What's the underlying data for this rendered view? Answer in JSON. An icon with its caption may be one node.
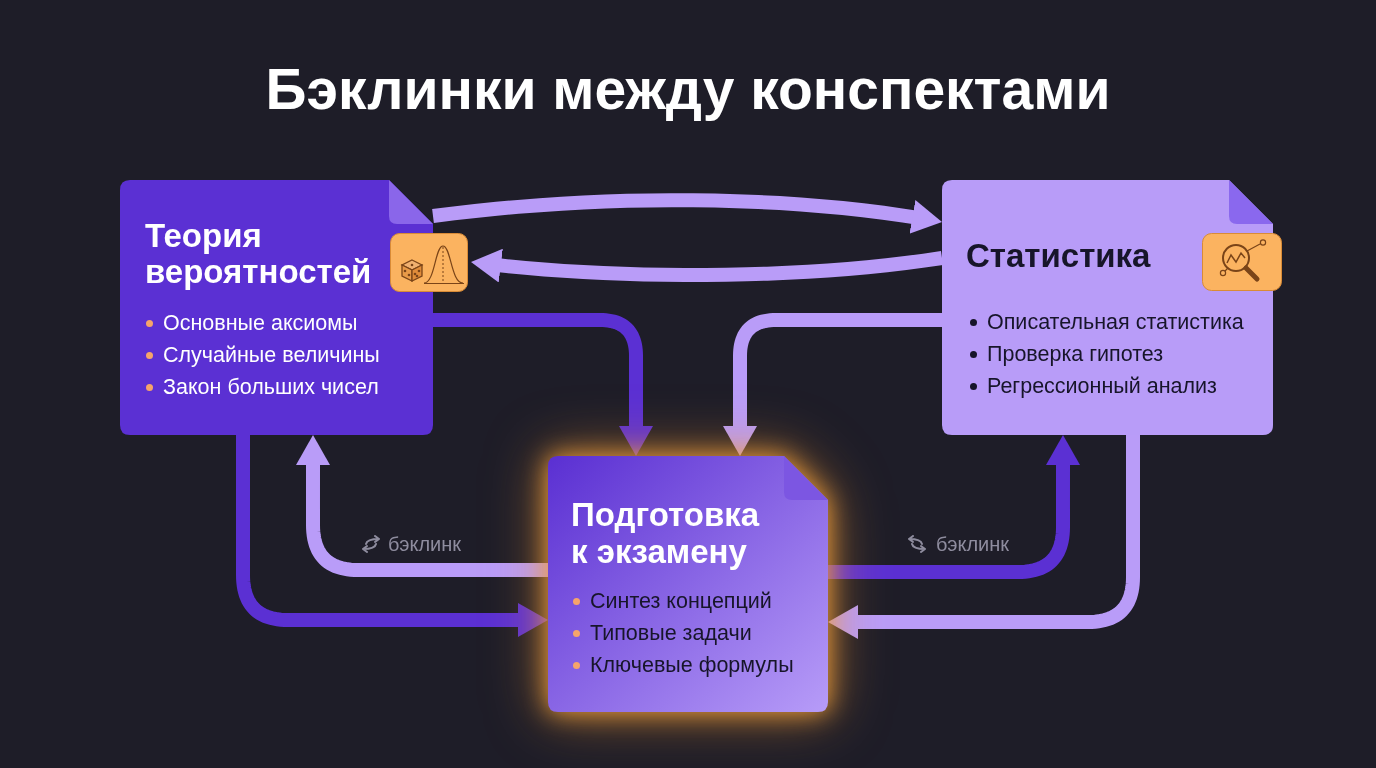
{
  "diagram": {
    "title": "Бэклинки между конспектами",
    "nodes": [
      {
        "text": [
          "Теория вероятностей",
          "Основные аксиомы",
          "Случайные величины",
          "Закон больших чисел"
        ]
      },
      {
        "text": [
          "Статистика",
          "Описательная статистика",
          "Проверка гипотез",
          "Регрессионный анализ"
        ]
      },
      {
        "text": [
          "Подготовка к экзамену",
          "Синтез концепций",
          "Типовые задачи",
          "Ключевые формулы"
        ]
      }
    ],
    "edges": [
      {
        "from": 0,
        "to": 1,
        "arrow": "to"
      },
      {
        "from": 1,
        "to": 0,
        "arrow": "to"
      },
      {
        "from": 0,
        "to": 2,
        "arrow": "to",
        "color": "#5b30d3"
      },
      {
        "from": 1,
        "to": 2,
        "arrow": "to"
      },
      {
        "from": 0,
        "to": 2,
        "arrow": "to",
        "color": "#5b30d3"
      },
      {
        "from": 2,
        "to": 0,
        "arrow": "to",
        "label": "бэклинк"
      },
      {
        "from": 2,
        "to": 1,
        "arrow": "to",
        "label": "бэклинк",
        "color": "#5b30d3"
      },
      {
        "from": 1,
        "to": 2,
        "arrow": "to"
      }
    ]
  }
}
